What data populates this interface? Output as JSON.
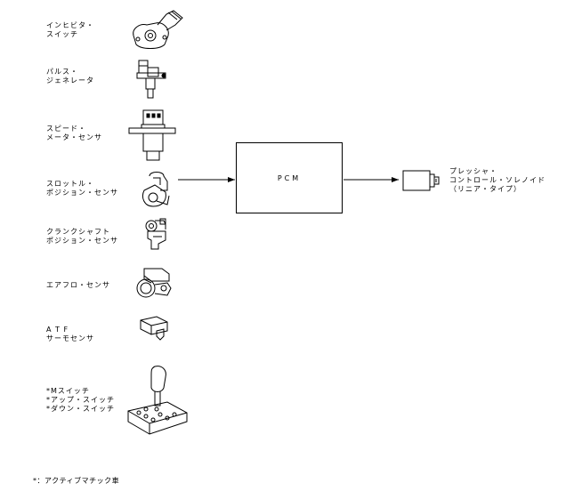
{
  "inputs": [
    {
      "id": "inhibitor",
      "lines": [
        "インヒビタ・",
        "スイッチ"
      ],
      "icon": "inhibitor-switch-icon"
    },
    {
      "id": "pulse",
      "lines": [
        "パルス・",
        "ジェネレータ"
      ],
      "icon": "pulse-generator-icon"
    },
    {
      "id": "speed",
      "lines": [
        "スピード・",
        "メータ・センサ"
      ],
      "icon": "speedometer-sensor-icon"
    },
    {
      "id": "throttle",
      "lines": [
        "スロットル・",
        "ポジション・センサ"
      ],
      "icon": "throttle-position-sensor-icon"
    },
    {
      "id": "crank",
      "lines": [
        "クランクシャフト",
        "ポジション・センサ"
      ],
      "icon": "crankshaft-position-sensor-icon"
    },
    {
      "id": "airflow",
      "lines": [
        "エアフロ・センサ"
      ],
      "icon": "airflow-sensor-icon"
    },
    {
      "id": "atf",
      "lines": [
        "A T F",
        "サーモセンサ"
      ],
      "icon": "atf-thermo-sensor-icon"
    },
    {
      "id": "mswitch",
      "lines": [
        "*Mスイッチ",
        "*アップ・スイッチ",
        "*ダウン・スイッチ"
      ],
      "icon": "shift-lever-icon"
    }
  ],
  "controller": {
    "label": "PCM"
  },
  "output": {
    "lines": [
      "プレッシャ・",
      "コントロール・ソレノイド",
      "（リニア・タイプ）"
    ],
    "icon": "pressure-solenoid-icon"
  },
  "footnote": "*：アクティブマチック車"
}
